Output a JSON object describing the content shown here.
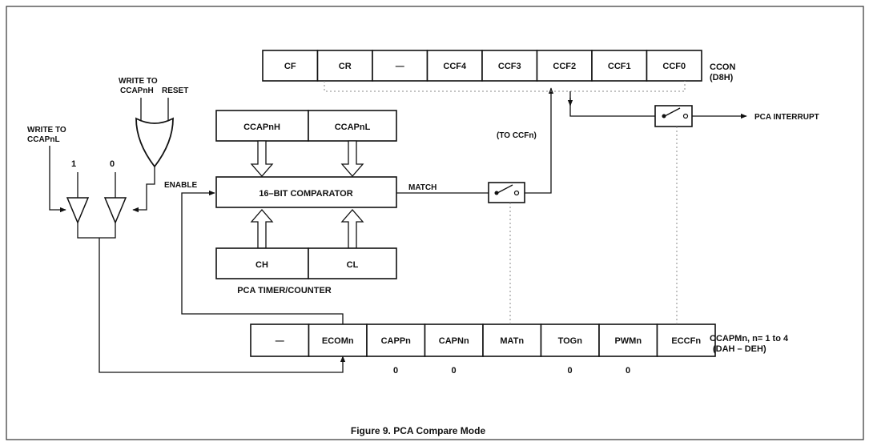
{
  "ccon": {
    "bits": [
      "CF",
      "CR",
      "—",
      "CCF4",
      "CCF3",
      "CCF2",
      "CCF1",
      "CCF0"
    ],
    "name": "CCON",
    "address": "(D8H)"
  },
  "ccapm": {
    "bits": [
      "—",
      "ECOMn",
      "CAPPn",
      "CAPNn",
      "MATn",
      "TOGn",
      "PWMn",
      "ECCFn"
    ],
    "values": [
      "",
      "",
      "0",
      "0",
      "",
      "0",
      "0",
      ""
    ],
    "name": "CCAPMn, n= 1 to 4",
    "address": "(DAH – DEH)"
  },
  "capture_regs": [
    "CCAPnH",
    "CCAPnL"
  ],
  "timer_regs": [
    "CH",
    "CL"
  ],
  "comparator_label": "16–BIT COMPARATOR",
  "timer_label": "PCA TIMER/COUNTER",
  "labels": {
    "write_ccapnh": [
      "WRITE TO",
      "CCAPnH"
    ],
    "write_ccapnl": [
      "WRITE TO",
      "CCAPnL"
    ],
    "reset": "RESET",
    "one": "1",
    "zero": "0",
    "enable": "ENABLE",
    "match": "MATCH",
    "to_ccfn": "(TO CCFn)",
    "pca_interrupt": "PCA INTERRUPT"
  },
  "caption": "Figure 9.  PCA Compare Mode"
}
